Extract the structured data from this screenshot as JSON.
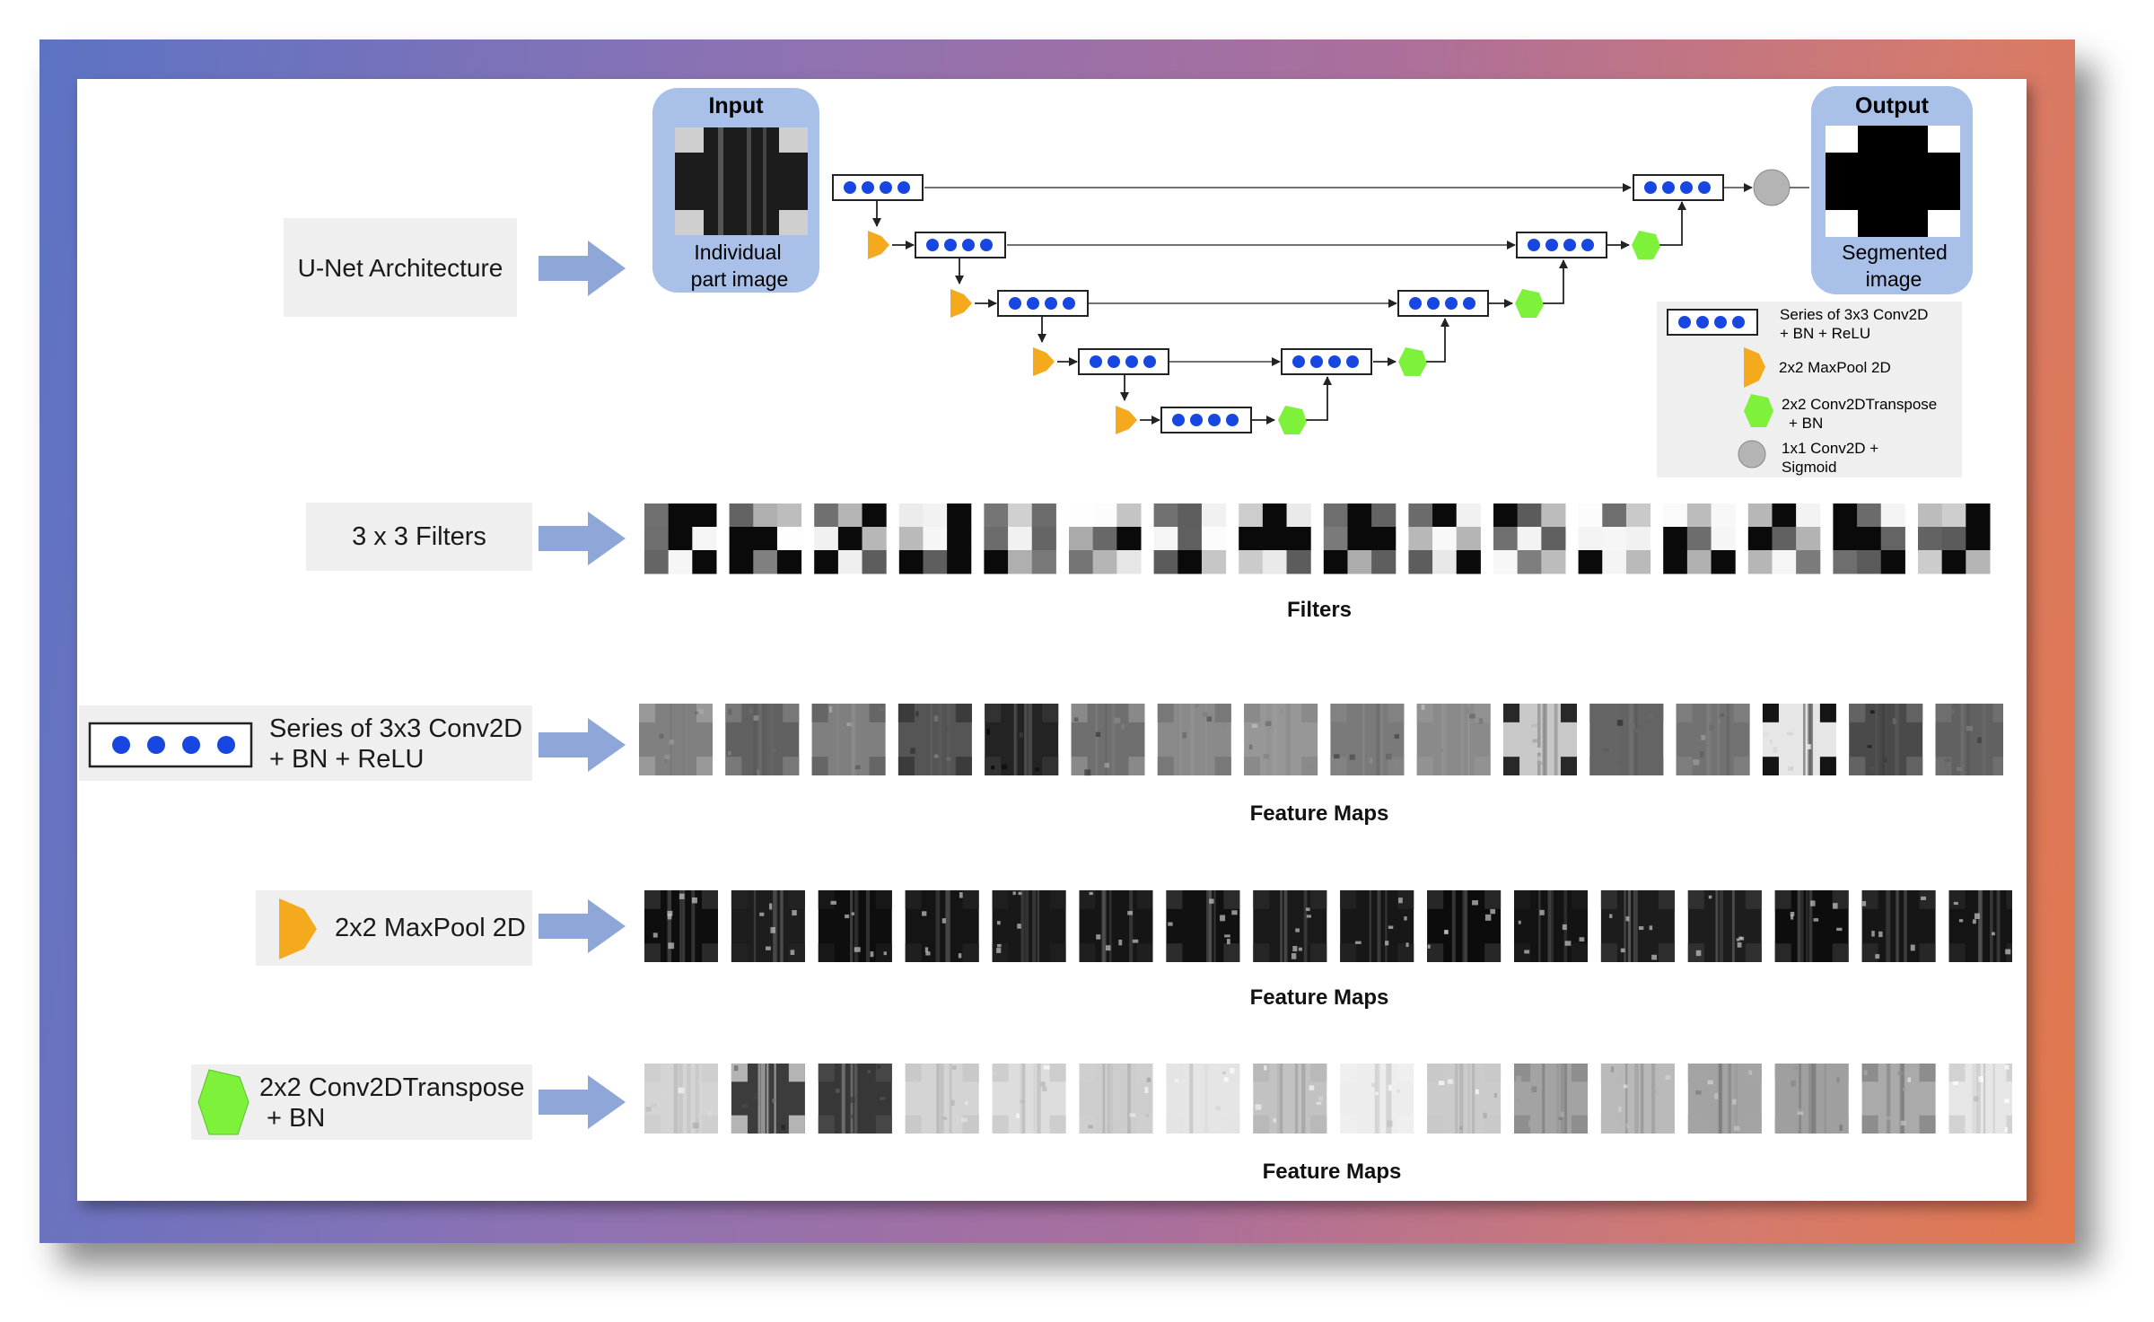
{
  "unet": {
    "label": "U-Net Architecture",
    "input_title": "Input",
    "input_caption_1": "Individual",
    "input_caption_2": "part image",
    "output_title": "Output",
    "output_caption_1": "Segmented",
    "output_caption_2": "image",
    "legend": {
      "conv_1": "Series of 3x3 Conv2D",
      "conv_2": "+ BN + ReLU",
      "maxpool": "2x2 MaxPool 2D",
      "transpose_1": "2x2 Conv2DTranspose",
      "transpose_2": "+ BN",
      "sigmoid_1": "1x1 Conv2D +",
      "sigmoid_2": "Sigmoid"
    }
  },
  "filters_row": {
    "label": "3 x 3 Filters",
    "caption": "Filters",
    "count": 16
  },
  "conv_row": {
    "label_1": "Series of 3x3 Conv2D",
    "label_2": "+ BN + ReLU",
    "caption": "Feature Maps",
    "count": 16
  },
  "maxpool_row": {
    "label": "2x2 MaxPool 2D",
    "caption": "Feature Maps",
    "count": 16
  },
  "transpose_row": {
    "label_1": "2x2 Conv2DTranspose",
    "label_2": "+ BN",
    "caption": "Feature Maps",
    "count": 16
  },
  "colors": {
    "arrow": "#8fa7d8",
    "dot": "#1747e0",
    "maxpool": "#f5a91c",
    "transpose": "#7ef23a",
    "sigmoid": "#b4b4b4",
    "io_box": "#a9c0e8"
  }
}
